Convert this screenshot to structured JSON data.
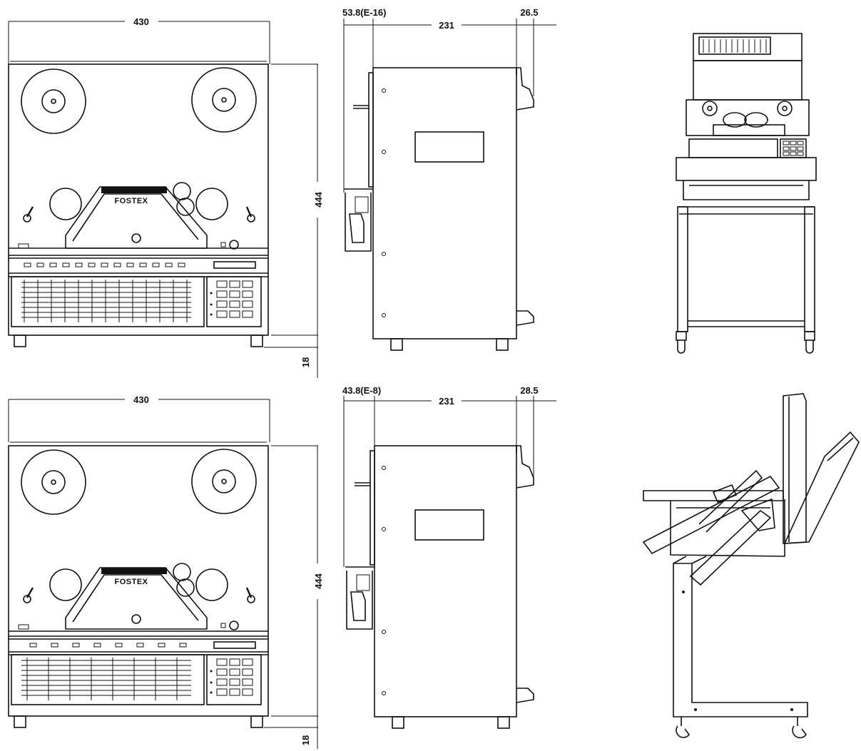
{
  "colors": {
    "ink": "#111111",
    "paper": "#ffffff"
  },
  "brand": "FOSTEX",
  "views": [
    {
      "front": {
        "width": "430",
        "height": "444",
        "foot": "18"
      },
      "side": {
        "offset": "53.8(E-16)",
        "depth": "231",
        "rear": "26.5"
      }
    },
    {
      "front": {
        "width": "430",
        "height": "444",
        "foot": "18"
      },
      "side": {
        "offset": "43.8(E-8)",
        "depth": "231",
        "rear": "28.5"
      }
    }
  ]
}
